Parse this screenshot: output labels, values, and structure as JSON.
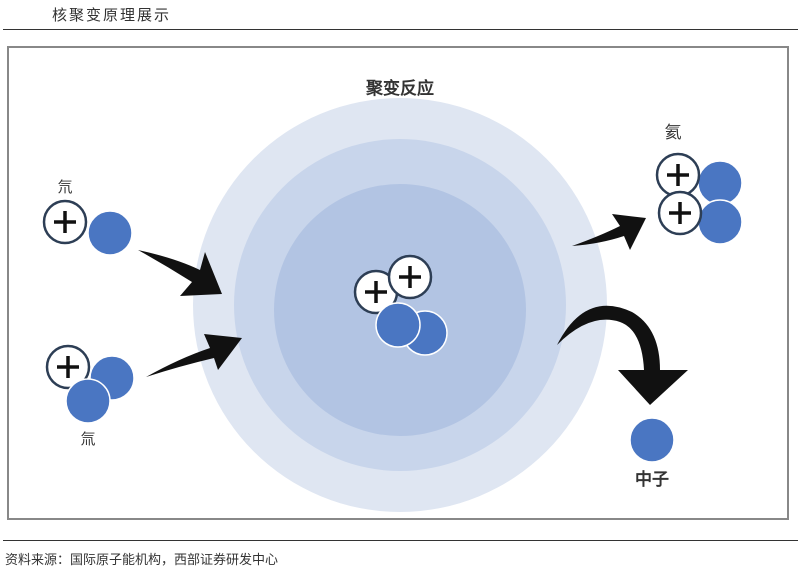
{
  "header": {
    "title": "核聚变原理展示"
  },
  "diagram": {
    "reaction_label": "聚变反应",
    "deuterium_label": "氘",
    "tritium_label": "氚",
    "helium_label": "氦",
    "neutron_label": "中子",
    "proton_symbol": "+",
    "colors": {
      "neutron": "#4a76c2",
      "outer": "#dfe6f2",
      "middle": "#c8d5eb",
      "inner": "#b2c4e3",
      "arrow": "#111111"
    }
  },
  "footer": {
    "source": "资料来源：国际原子能机构，西部证券研发中心"
  }
}
